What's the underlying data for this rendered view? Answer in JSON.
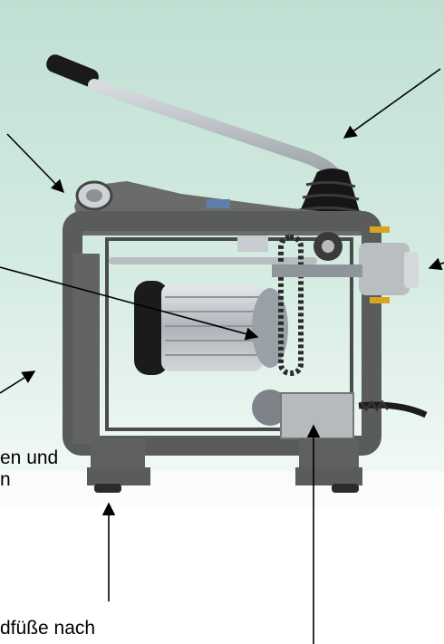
{
  "captions": {
    "wire_line1": "en und",
    "wire_line2": "n",
    "feet": "dfüße nach"
  },
  "colors": {
    "background_top": "#c4e2d6",
    "background_bottom": "#f4faf7",
    "frame": "#5e605f",
    "lever": "#a9b0b4",
    "motor_body": "#c7ccd0",
    "motor_cap": "#1b1b1b",
    "plate": "#b8bcbe"
  },
  "icons": {
    "arrow": "arrow-icon",
    "machine": "pipe-machine-photo"
  }
}
